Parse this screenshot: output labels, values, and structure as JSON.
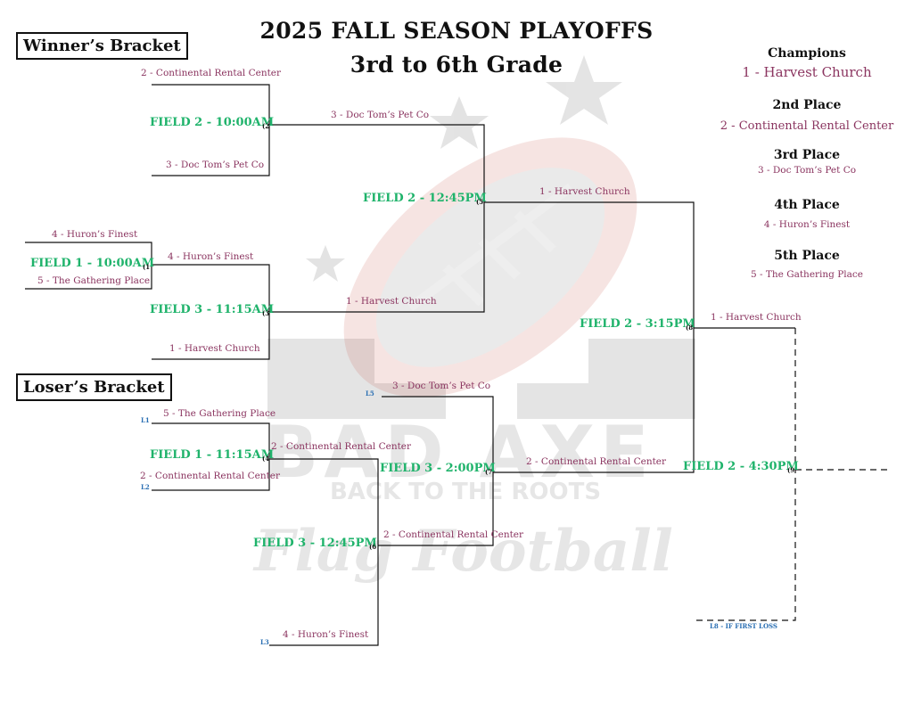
{
  "title_line1": "2025 FALL SEASON PLAYOFFS",
  "title_line2": "3rd to 6th Grade",
  "winners_bracket_label": "Winner’s Bracket",
  "losers_bracket_label": "Loser’s Bracket",
  "watermark": {
    "line1": "BAD AXE",
    "line2": "BACK TO THE ROOTS",
    "line3": "Flag Football"
  },
  "colors": {
    "team_text": "#8b3560",
    "field_text": "#1fb36b",
    "loss_label": "#2a6fb3",
    "lines": "#111111"
  },
  "games": {
    "g1": {
      "field": "FIELD 1 - 10:00AM",
      "num": "(1",
      "team_top": "4 - Huron’s Finest",
      "team_bottom": "5 - The Gathering Place",
      "winner": "4 - Huron’s Finest"
    },
    "g2": {
      "field": "FIELD 2 - 10:00AM",
      "num": "(2",
      "team_top": "2 - Continental Rental Center",
      "team_bottom": "3 - Doc Tom’s Pet Co",
      "winner": "3 - Doc Tom’s Pet Co"
    },
    "g3": {
      "field": "FIELD 3 - 11:15AM",
      "num": "(3",
      "team_bottom": "1 - Harvest Church",
      "winner": "1 - Harvest Church"
    },
    "g4": {
      "field": "FIELD 1 - 11:15AM",
      "num": "(4",
      "team_top": "5 - The Gathering Place",
      "team_bottom": "2 - Continental Rental Center",
      "loss_top": "L1",
      "loss_bottom": "L2",
      "winner": "2 - Continental Rental Center"
    },
    "g5": {
      "field": "FIELD 2 - 12:45PM",
      "num": "(5",
      "winner": "1 - Harvest Church"
    },
    "g6": {
      "field": "FIELD 3 - 12:45PM",
      "num": "(6",
      "team_bottom": "4 - Huron’s Finest",
      "loss_bottom": "L3",
      "winner": "2 - Continental Rental Center"
    },
    "g7": {
      "field": "FIELD 3 - 2:00PM",
      "num": "(7",
      "team_top": "3 - Doc Tom’s Pet Co",
      "loss_top": "L5",
      "winner": "2 - Continental Rental Center"
    },
    "g8": {
      "field": "FIELD 2 - 3:15PM",
      "num": "(8",
      "winner": "1 - Harvest Church"
    },
    "g9": {
      "field": "FIELD 2 - 4:30PM",
      "num": "(9",
      "loss_note": "L8 - IF FIRST LOSS"
    }
  },
  "standings": [
    {
      "place": "Champions",
      "team": "1 - Harvest Church"
    },
    {
      "place": "2nd Place",
      "team": "2 - Continental Rental Center"
    },
    {
      "place": "3rd Place",
      "team": "3 - Doc Tom’s Pet Co"
    },
    {
      "place": "4th Place",
      "team": "4 - Huron’s Finest"
    },
    {
      "place": "5th Place",
      "team": "5 - The Gathering Place"
    }
  ]
}
